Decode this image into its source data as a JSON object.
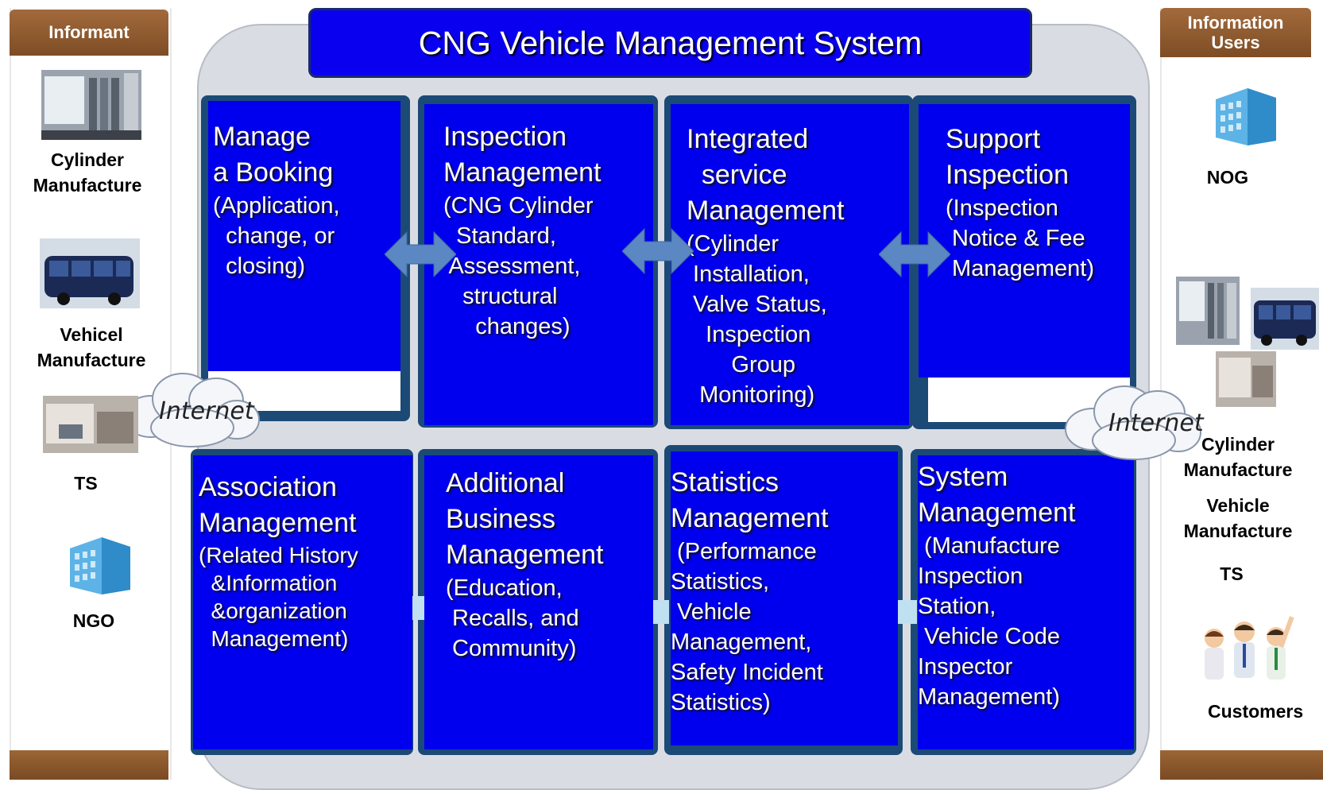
{
  "title": "CNG Vehicle Management System",
  "left_panel": {
    "header": "Informant",
    "items": [
      {
        "label": "Cylinder\nManufacture",
        "icon": "cylinder-factory-photo"
      },
      {
        "label": "Vehicel\nManufacture",
        "icon": "bus-photo"
      },
      {
        "label": "TS",
        "icon": "test-station-photo"
      },
      {
        "label": "NGO",
        "icon": "office-building-icon"
      }
    ]
  },
  "right_panel": {
    "header": "Information\nUsers",
    "items": [
      {
        "label": "NOG",
        "icon": "office-building-icon"
      },
      {
        "label": "Cylinder\nManufacture",
        "icon": "cylinder-factory-photo"
      },
      {
        "label": "Vehicle\nManufacture",
        "icon": "bus-photo"
      },
      {
        "label": "TS",
        "icon": "test-station-photo"
      },
      {
        "label": "Customers",
        "icon": "people-icon"
      }
    ]
  },
  "cloud_label": "Internet",
  "modules": {
    "top": [
      {
        "title": "Manage\na Booking",
        "detail": "(Application,\n  change, or\n  closing)"
      },
      {
        "title": "Inspection\nManagement",
        "detail": "(CNG Cylinder\n  Standard,\n Assessment,\n   structural\n     changes)"
      },
      {
        "title": "Integrated\n  service\nManagement",
        "detail": "(Cylinder\n Installation,\n Valve Status,\n   Inspection\n       Group\n  Monitoring)"
      },
      {
        "title": "Support\nInspection",
        "detail": "(Inspection\n Notice & Fee\n Management)"
      }
    ],
    "bottom": [
      {
        "title": "Association\nManagement",
        "detail": "(Related History\n  &Information\n  &organization\n  Management)"
      },
      {
        "title": "Additional\nBusiness\nManagement",
        "detail": "(Education,\n Recalls, and\n Community)"
      },
      {
        "title": "Statistics\nManagement",
        "detail": " (Performance\nStatistics,\n Vehicle\nManagement,\nSafety Incident\nStatistics)"
      },
      {
        "title": "System\nManagement",
        "detail": " (Manufacture\nInspection\nStation,\n Vehicle Code\nInspector\nManagement)"
      }
    ]
  },
  "colors": {
    "module_blue": "#0000ee",
    "header_brown": "#8b5a2b",
    "arrow_blue": "#5b87c2"
  }
}
